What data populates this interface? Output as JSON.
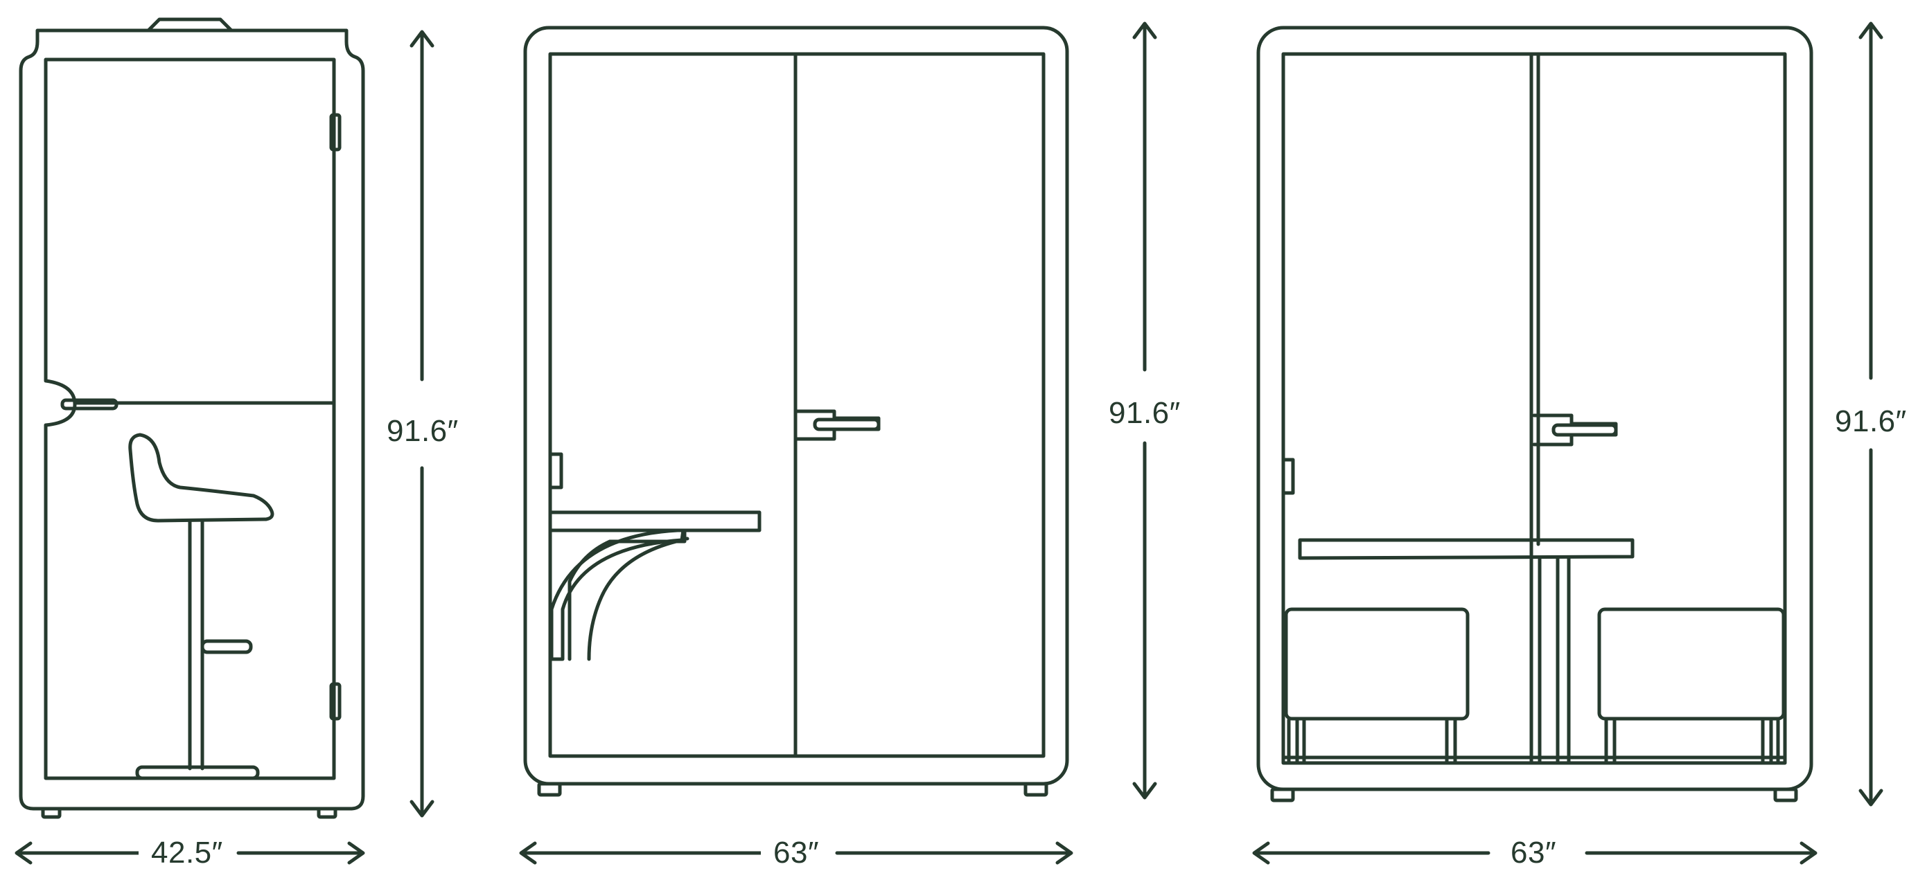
{
  "colors": {
    "stroke": "#263a2e",
    "background": "#ffffff"
  },
  "views": [
    {
      "id": "side",
      "height_label": "91.6″",
      "width_label": "42.5″"
    },
    {
      "id": "front-desk",
      "height_label": "91.6″",
      "width_label": "63″"
    },
    {
      "id": "front-table",
      "height_label": "91.6″",
      "width_label": "63″"
    }
  ]
}
